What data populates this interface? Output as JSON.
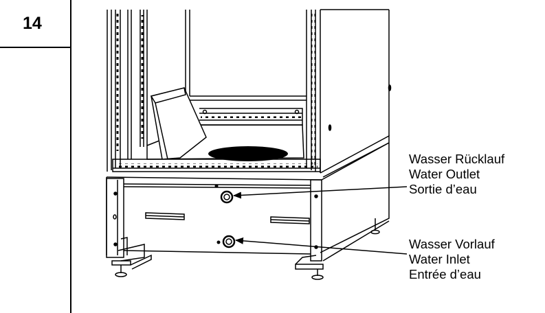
{
  "step": {
    "number": "14"
  },
  "callouts": {
    "water_outlet": {
      "line1": "Wasser Rücklauf",
      "line2": "Water Outlet",
      "line3": "Sortie d’eau"
    },
    "water_inlet": {
      "line1": "Wasser Vorlauf",
      "line2": "Water Inlet",
      "line3": "Entrée d’eau"
    }
  },
  "colors": {
    "line": "#000000",
    "background": "#ffffff"
  }
}
